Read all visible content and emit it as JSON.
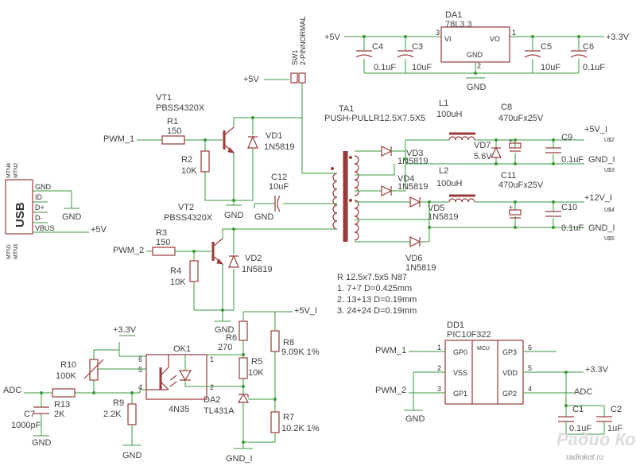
{
  "power": {
    "p5v": "+5V",
    "p3v3": "+3.3V",
    "gnd": "GND",
    "p5v_i": "+5V_I",
    "p12v_i": "+12V_I",
    "gnd_i": "GND_I",
    "adc": "ADC"
  },
  "nets": {
    "pwm1": "PWM_1",
    "pwm2": "PWM_2"
  },
  "usb": {
    "label": "USB",
    "pins": [
      "GND",
      "ID",
      "D+",
      "D-",
      "VBUS"
    ],
    "mtn": [
      "MTN4",
      "MTN2",
      "MTN1",
      "MTN3"
    ]
  },
  "parts": {
    "sw1": {
      "ref": "SW1",
      "value": "2-PINNORMAL"
    },
    "da1": {
      "ref": "DA1",
      "value": "78L3.3",
      "vi": "VI",
      "vo": "VO",
      "gnd": "GND",
      "p3": "3",
      "p1": "1",
      "p2": "2"
    },
    "c3": {
      "ref": "C3",
      "value": "10uF"
    },
    "c4": {
      "ref": "C4",
      "value": "0.1uF"
    },
    "c5": {
      "ref": "C5",
      "value": "10uF"
    },
    "c6": {
      "ref": "C6",
      "value": "0.1uF"
    },
    "vt1": {
      "ref": "VT1",
      "value": "PBSS4320X"
    },
    "vt2": {
      "ref": "VT2",
      "value": "PBSS4320X"
    },
    "r1": {
      "ref": "R1",
      "value": "150"
    },
    "r2": {
      "ref": "R2",
      "value": "10K"
    },
    "r3": {
      "ref": "R3",
      "value": "150"
    },
    "r4": {
      "ref": "R4",
      "value": "10K"
    },
    "vd1": {
      "ref": "VD1",
      "value": "1N5819"
    },
    "vd2": {
      "ref": "VD2",
      "value": "1N5819"
    },
    "c12": {
      "ref": "C12",
      "value": "10uF"
    },
    "ta1": {
      "ref": "TA1",
      "value": "PUSH-PULLR12.5X7.5X5"
    },
    "l1": {
      "ref": "L1",
      "value": "100uH"
    },
    "l2": {
      "ref": "L2",
      "value": "100uH"
    },
    "c8": {
      "ref": "C8",
      "value": "470uFx25V"
    },
    "c11": {
      "ref": "C11",
      "value": "470uFx25V"
    },
    "c9": {
      "ref": "C9",
      "value": "0.1uF"
    },
    "c10": {
      "ref": "C10",
      "value": "0.1uF"
    },
    "vd3": {
      "ref": "VD3",
      "value": "1N5819"
    },
    "vd4": {
      "ref": "VD4",
      "value": "1N5819"
    },
    "vd5": {
      "ref": "VD5",
      "value": "1N5819"
    },
    "vd6": {
      "ref": "VD6",
      "value": "1N5819"
    },
    "vd7": {
      "ref": "VD7",
      "value": "5.6V"
    },
    "ok1": {
      "ref": "OK1",
      "value": "4N35",
      "pins": [
        "6",
        "5",
        "4",
        "1",
        "2"
      ]
    },
    "r5": {
      "ref": "R5",
      "value": "10K"
    },
    "r6": {
      "ref": "R6",
      "value": "270"
    },
    "r7": {
      "ref": "R7",
      "value": "10.2K 1%"
    },
    "r8": {
      "ref": "R8",
      "value": "9.09K 1%"
    },
    "r9": {
      "ref": "R9",
      "value": "2.2K"
    },
    "r10": {
      "ref": "R10",
      "value": "100K"
    },
    "r13": {
      "ref": "R13",
      "value": "2K"
    },
    "c7": {
      "ref": "C7",
      "value": "1000pF"
    },
    "c1": {
      "ref": "C1",
      "value": "0.1uF"
    },
    "c2": {
      "ref": "C2",
      "value": "1uF"
    },
    "da2": {
      "ref": "DA2",
      "value": "TL431A"
    },
    "dd1": {
      "ref": "DD1",
      "value": "PIC10F322",
      "mcu": "MCU",
      "left": [
        "GP0",
        "VSS",
        "GP1"
      ],
      "right": [
        "GP3",
        "VDD",
        "GP2"
      ],
      "lnum": [
        "1",
        "2",
        "3"
      ],
      "rnum": [
        "6",
        "5",
        "4"
      ]
    }
  },
  "ports": {
    "u2": "U$2",
    "u3": "U$3",
    "u4": "U$4",
    "u5": "U$5"
  },
  "notes": {
    "core": "R 12.5x7.5x5 N87",
    "w1": "1. 7+7 D=0.425mm",
    "w2": "2. 13+13 D=0.19mm",
    "w3": "3. 24+24 D=0.19mm"
  },
  "watermark": {
    "site": "radiokot.ru",
    "logo": "Радио Кот"
  }
}
